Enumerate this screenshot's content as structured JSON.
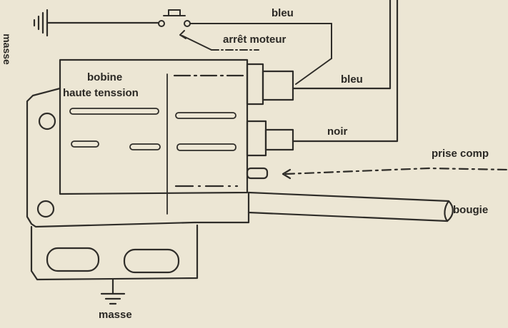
{
  "labels": {
    "masse_side": "masse",
    "bleu_top": "bleu",
    "arret_moteur": "arrêt moteur",
    "bobine_line1": "bobine",
    "bobine_line2": "haute tenssion",
    "bleu_right": "bleu",
    "noir": "noir",
    "prise_comp": "prise comp",
    "bougie": "bougie",
    "masse_bottom": "masse"
  },
  "colors": {
    "paper": "#ece6d4",
    "ink": "#2f2d29"
  }
}
